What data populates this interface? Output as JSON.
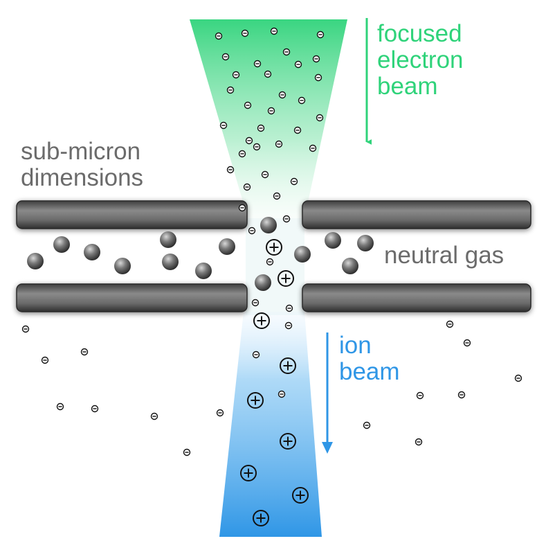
{
  "labels": {
    "electron_beam": [
      "focused",
      "electron",
      "beam"
    ],
    "dimensions": [
      "sub-micron",
      "dimensions"
    ],
    "gas": "neutral gas",
    "ion_beam": [
      "ion",
      "beam"
    ]
  },
  "colors": {
    "electron_beam": "#2fd37a",
    "ion_beam": "#2f96e6",
    "label_gray": "#6b6b6b",
    "plate": "#6a6a6a"
  },
  "icons": {
    "electron": "minus-circle-icon",
    "ion": "plus-circle-icon",
    "gas_atom": "sphere-icon"
  }
}
